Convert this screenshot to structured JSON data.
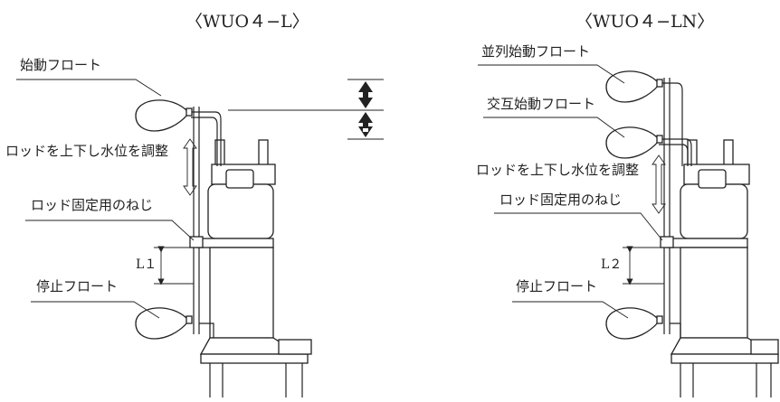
{
  "left_diagram": {
    "title": "〈WUO４−L〉",
    "start_float_label": "始動フロート",
    "rod_adjust_label": "ロッドを上下し水位を調整",
    "rod_screw_label": "ロッド固定用のねじ",
    "dimension_label": "L１",
    "stop_float_label": "停止フロート"
  },
  "right_diagram": {
    "title": "〈WUO４−LN〉",
    "parallel_start_float_label": "並列始動フロート",
    "alternate_start_float_label": "交互始動フロート",
    "rod_adjust_label": "ロッドを上下し水位を調整",
    "rod_screw_label": "ロッド固定用のねじ",
    "dimension_label": "L２",
    "stop_float_label": "停止フロート"
  }
}
